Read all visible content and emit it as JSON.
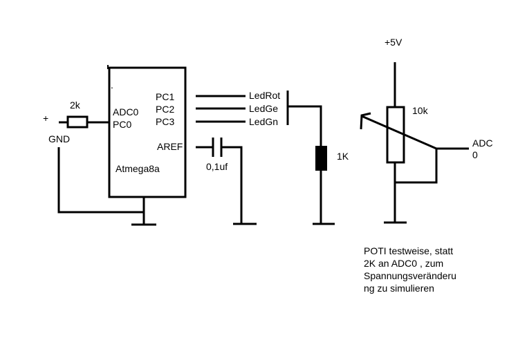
{
  "labels": {
    "plus": "+",
    "gnd": "GND",
    "r2k": "2k",
    "adc0_pin": "ADC0",
    "pc0": "PC0",
    "pc1": "PC1",
    "pc2": "PC2",
    "pc3": "PC3",
    "aref": "AREF",
    "chip": "Atmega8a",
    "cap": "0,1uf",
    "led_rot": "LedRot",
    "led_ge": "LedGe",
    "led_gn": "LedGn",
    "r1k": "1K",
    "vcc": "+5V",
    "pot": "10k",
    "adc_out_1": "ADC",
    "adc_out_2": "0",
    "tick": "."
  },
  "note": [
    "POTI testweise, statt",
    "2K an ADC0 , zum",
    "Spannungsveränderu",
    "ng zu simulieren"
  ]
}
